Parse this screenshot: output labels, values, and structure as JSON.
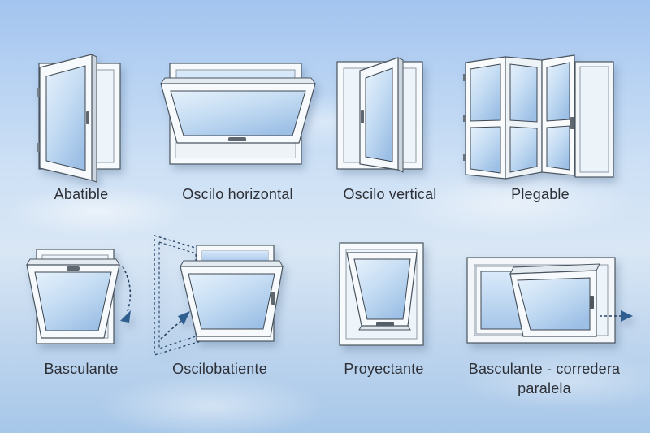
{
  "meta": {
    "type": "window-opening-types-infographic",
    "language": "es"
  },
  "colors": {
    "sky_top": "#a3c4f0",
    "sky_middle": "#d9e7f5",
    "sky_bottom": "#a7c7e9",
    "frame_white": "#f7fafc",
    "frame_shade": "#cdd6de",
    "frame_outline": "#4a5560",
    "glass_light": "#e6f1fb",
    "glass_dark": "#9cbfe5",
    "arrow": "#2f5e91",
    "label_text": "#2e3037"
  },
  "windows": [
    {
      "id": "abatible",
      "label": "Abatible",
      "icon": "casement-window-icon"
    },
    {
      "id": "oscilo-horizontal",
      "label": "Oscilo horizontal",
      "icon": "bottom-hung-tilt-window-icon"
    },
    {
      "id": "oscilo-vertical",
      "label": "Oscilo vertical",
      "icon": "vertical-pivot-window-icon"
    },
    {
      "id": "plegable",
      "label": "Plegable",
      "icon": "folding-window-icon"
    },
    {
      "id": "basculante",
      "label": "Basculante",
      "icon": "horizontal-pivot-window-icon"
    },
    {
      "id": "oscilobatiente",
      "label": "Oscilobatiente",
      "icon": "tilt-and-turn-window-icon"
    },
    {
      "id": "proyectante",
      "label": "Proyectante",
      "icon": "awning-window-icon"
    },
    {
      "id": "basculante-corredera-paralela",
      "label": "Basculante - corredera paralela",
      "icon": "parallel-sliding-window-icon"
    }
  ]
}
